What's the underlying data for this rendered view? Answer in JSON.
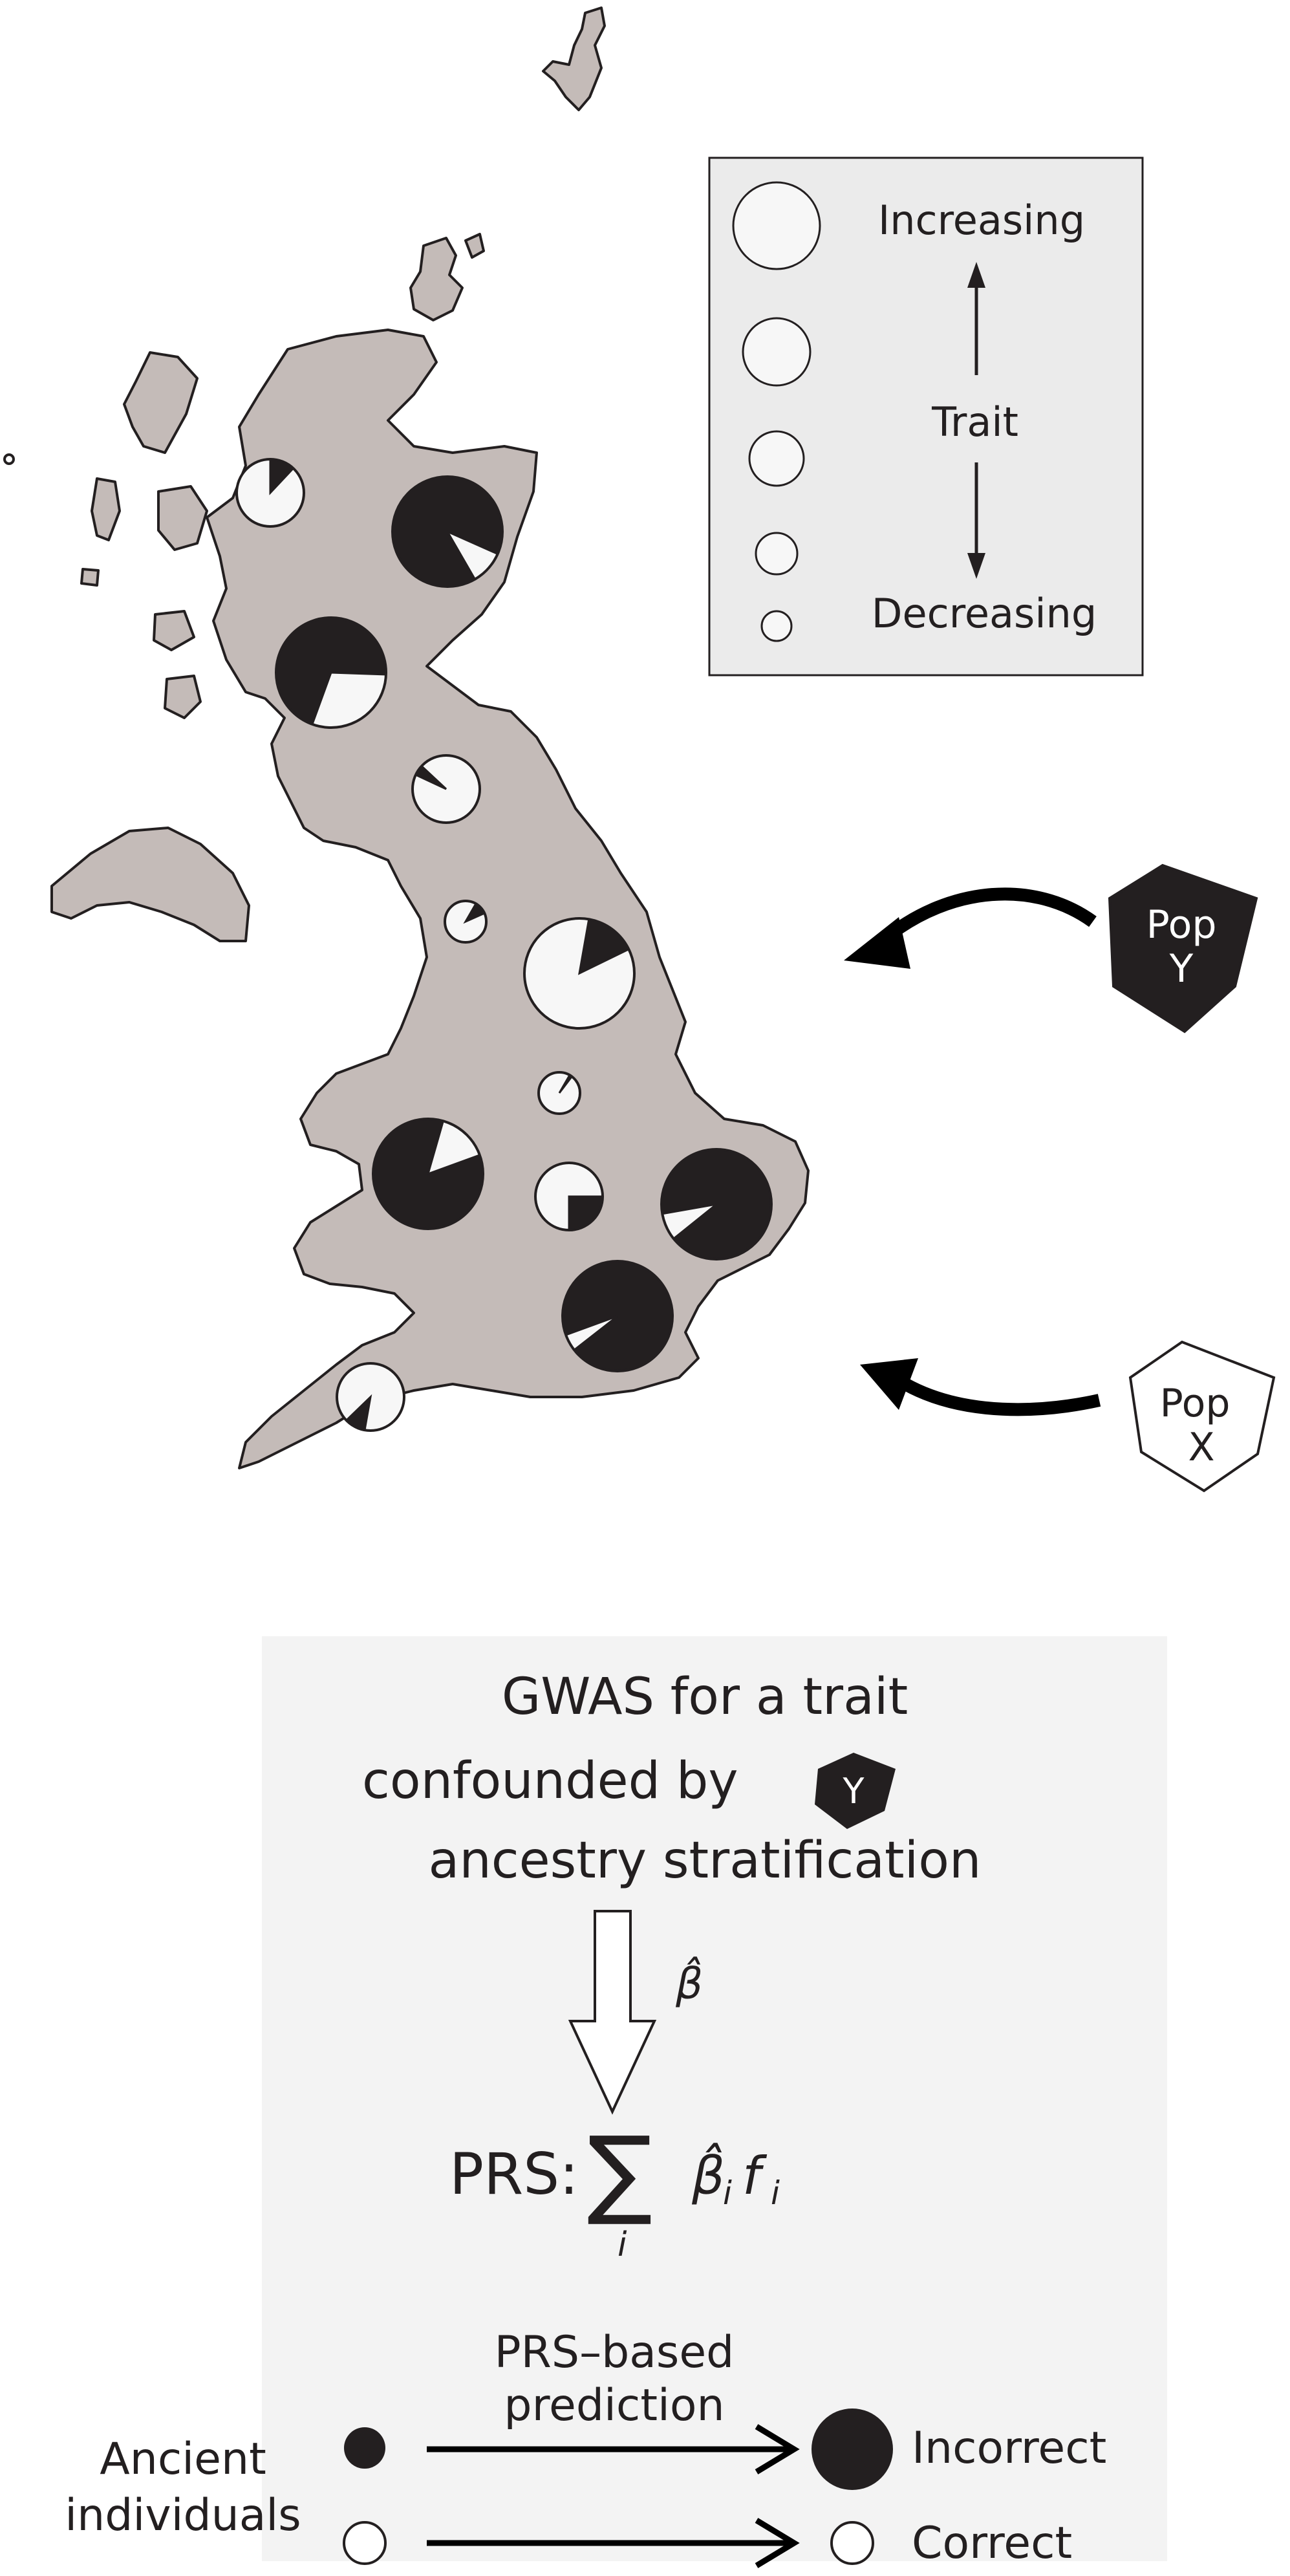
{
  "legend": {
    "top_label": "Increasing",
    "middle_label": "Trait",
    "bottom_label": "Decreasing"
  },
  "populations": {
    "pop_y": {
      "line1": "Pop",
      "line2": "Y"
    },
    "pop_x": {
      "line1": "Pop",
      "line2": "X"
    }
  },
  "colors": {
    "land": "#c4bbb8",
    "ancestry_y": "#231f20",
    "ancestry_x": "#f7f7f7",
    "panel": "#f3f3f3"
  },
  "regions": [
    {
      "name": "north-west-highlands",
      "pop_y_fraction": 0.12,
      "trait_level": 2
    },
    {
      "name": "north-east-scotland",
      "pop_y_fraction": 0.9,
      "trait_level": 4
    },
    {
      "name": "central-scotland",
      "pop_y_fraction": 0.7,
      "trait_level": 4
    },
    {
      "name": "scottish-borders",
      "pop_y_fraction": 0.05,
      "trait_level": 2
    },
    {
      "name": "north-west-england",
      "pop_y_fraction": 0.1,
      "trait_level": 1
    },
    {
      "name": "yorkshire",
      "pop_y_fraction": 0.15,
      "trait_level": 4
    },
    {
      "name": "midlands",
      "pop_y_fraction": 0.02,
      "trait_level": 1
    },
    {
      "name": "wales",
      "pop_y_fraction": 0.85,
      "trait_level": 4
    },
    {
      "name": "central-england",
      "pop_y_fraction": 0.25,
      "trait_level": 2
    },
    {
      "name": "east-england",
      "pop_y_fraction": 0.92,
      "trait_level": 4
    },
    {
      "name": "south-england",
      "pop_y_fraction": 0.95,
      "trait_level": 4
    },
    {
      "name": "south-west-england",
      "pop_y_fraction": 0.1,
      "trait_level": 2
    }
  ],
  "panel": {
    "gwas_line1": "GWAS for a trait",
    "gwas_line2_prefix": "confounded by",
    "gwas_badge": "Y",
    "gwas_line3": "ancestry stratification",
    "beta_label": "β̂",
    "prs_label": "PRS:",
    "sum_symbol": "∑",
    "sum_index": "i",
    "prs_term_beta": "β̂",
    "prs_term_sub": "i",
    "prs_term_f": "f",
    "prs_term_f_sub": "i",
    "prediction_line1": "PRS–based",
    "prediction_line2": "prediction",
    "ancient_line1": "Ancient",
    "ancient_line2": "individuals",
    "incorrect_label": "Incorrect",
    "correct_label": "Correct"
  }
}
